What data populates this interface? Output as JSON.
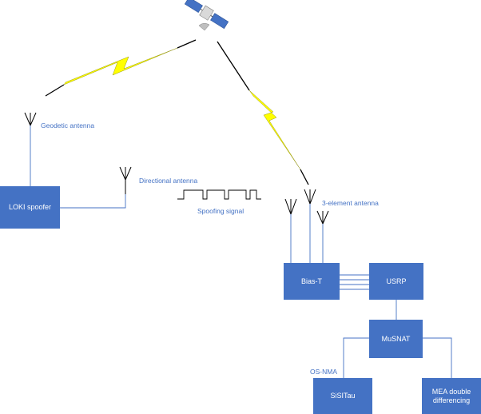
{
  "colors": {
    "box_fill": "#4472c4",
    "box_text": "#ffffff",
    "label_text": "#4472c4",
    "wire": "#4472c4",
    "signal_fill": "#ffff00",
    "antenna_stroke": "#000000"
  },
  "boxes": {
    "loki_spoofer": "LOKI spoofer",
    "bias_t": "Bias-T",
    "usrp": "USRP",
    "musnat": "MuSNAT",
    "sisitau": "SiSITau",
    "mea_line1": "MEA double",
    "mea_line2": "differencing"
  },
  "labels": {
    "geodetic_antenna": "Geodetic antenna",
    "directional_antenna": "Directional antenna",
    "spoofing_signal": "Spoofing signal",
    "three_element_antenna": "3-element antenna",
    "os_nma": "OS-NMA"
  },
  "icons": [
    "satellite-icon",
    "lightning-bolt-icon",
    "antenna-icon",
    "square-wave-icon"
  ]
}
